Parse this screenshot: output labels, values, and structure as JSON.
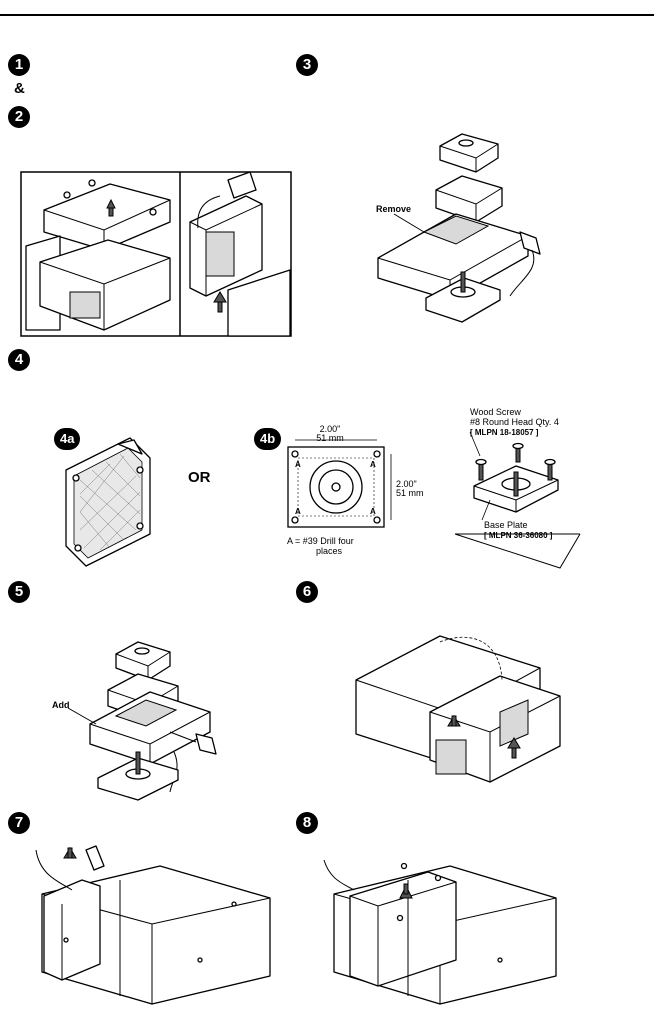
{
  "steps": {
    "s1": "1",
    "amp": "&",
    "s2": "2",
    "s3": "3",
    "s4": "4",
    "s4a": "4a",
    "s4b": "4b",
    "s5": "5",
    "s6": "6",
    "s7": "7",
    "s8": "8"
  },
  "labels": {
    "remove": "Remove",
    "or": "OR",
    "dim_w_in": "2.00\"",
    "dim_w_mm": "51 mm",
    "dim_h_in": "2.00\"",
    "dim_h_mm": "51 mm",
    "hole_marker": "A",
    "drill_note_1": "A = #39 Drill four",
    "drill_note_2": "places",
    "wood_screw_1": "Wood Screw",
    "wood_screw_2": "#8 Round Head  Qty. 4",
    "wood_screw_3": "[ MLPN 18-18057 ]",
    "base_plate_1": "Base Plate",
    "base_plate_2": "[ MLPN 36-36080 ]",
    "add": "Add"
  }
}
